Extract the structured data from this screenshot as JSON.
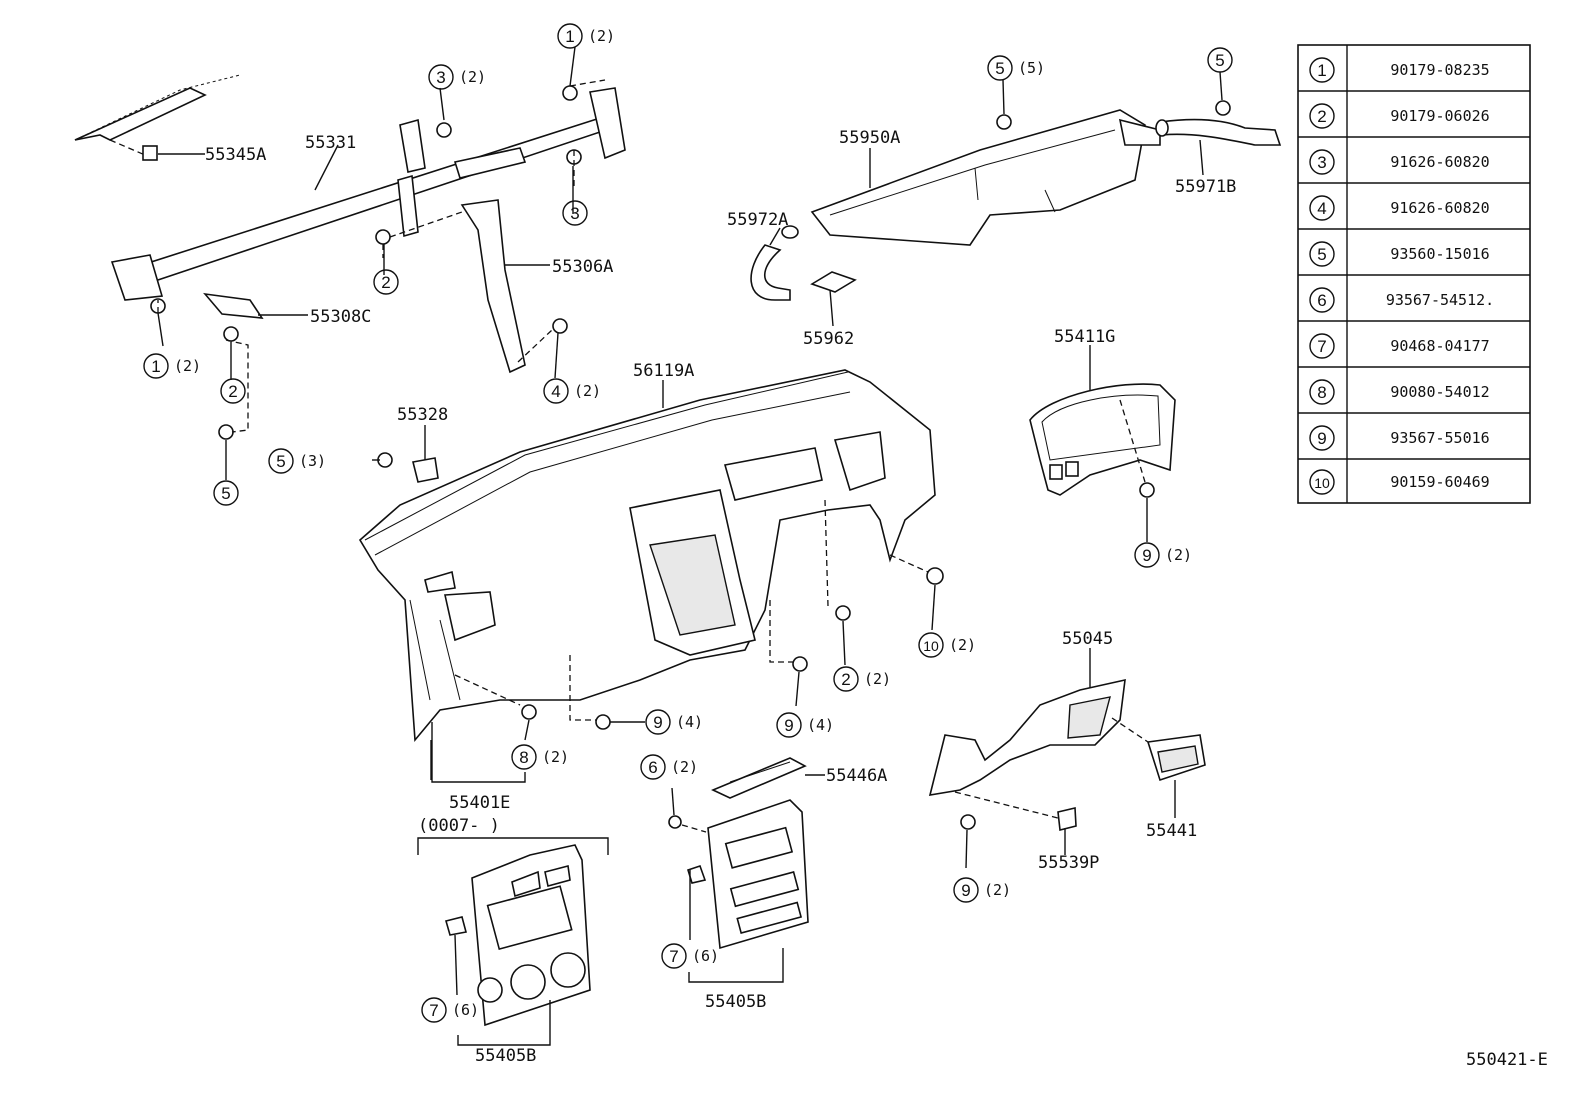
{
  "diagram": {
    "drawing_code": "550421-E",
    "parts": {
      "p55345A": "55345A",
      "p55331": "55331",
      "p55306A": "55306A",
      "p55308C": "55308C",
      "p55328": "55328",
      "p56119A": "56119A",
      "p55950A": "55950A",
      "p55972A": "55972A",
      "p55962": "55962",
      "p55971B": "55971B",
      "p55411G": "55411G",
      "p55045": "55045",
      "p55441": "55441",
      "p55539P": "55539P",
      "p55401E": "55401E",
      "p55446A": "55446A",
      "p55405B_left": "55405B",
      "p55405B_right": "55405B"
    },
    "date_range": "(0007-        )",
    "callouts": {
      "c1_top": {
        "num": "1",
        "qty": "(2)"
      },
      "c3_top": {
        "num": "3",
        "qty": "(2)"
      },
      "c3_mid": {
        "num": "3",
        "qty": ""
      },
      "c2_mid": {
        "num": "2",
        "qty": ""
      },
      "c1_left": {
        "num": "1",
        "qty": "(2)"
      },
      "c2_left": {
        "num": "2",
        "qty": ""
      },
      "c5_left": {
        "num": "5",
        "qty": ""
      },
      "c4": {
        "num": "4",
        "qty": "(2)"
      },
      "c5_55328": {
        "num": "5",
        "qty": "(3)"
      },
      "c5_duct": {
        "num": "5",
        "qty": "(5)"
      },
      "c5_55971": {
        "num": "5",
        "qty": ""
      },
      "c9_cluster": {
        "num": "9",
        "qty": "(2)"
      },
      "c10": {
        "num": "10",
        "qty": "(2)"
      },
      "c2_dash": {
        "num": "2",
        "qty": "(2)"
      },
      "c9_dash_a": {
        "num": "9",
        "qty": "(4)"
      },
      "c9_dash_b": {
        "num": "9",
        "qty": "(4)"
      },
      "c8": {
        "num": "8",
        "qty": "(2)"
      },
      "c6": {
        "num": "6",
        "qty": "(2)"
      },
      "c7_right": {
        "num": "7",
        "qty": "(6)"
      },
      "c7_left": {
        "num": "7",
        "qty": "(6)"
      },
      "c9_lower": {
        "num": "9",
        "qty": "(2)"
      }
    }
  },
  "reference_table": {
    "rows": [
      {
        "num": "1",
        "part": "90179-08235"
      },
      {
        "num": "2",
        "part": "90179-06026"
      },
      {
        "num": "3",
        "part": "91626-60820"
      },
      {
        "num": "4",
        "part": "91626-60820"
      },
      {
        "num": "5",
        "part": "93560-15016"
      },
      {
        "num": "6",
        "part": "93567-54512."
      },
      {
        "num": "7",
        "part": "90468-04177"
      },
      {
        "num": "8",
        "part": "90080-54012"
      },
      {
        "num": "9",
        "part": "93567-55016"
      },
      {
        "num": "10",
        "part": "90159-60469"
      }
    ]
  }
}
